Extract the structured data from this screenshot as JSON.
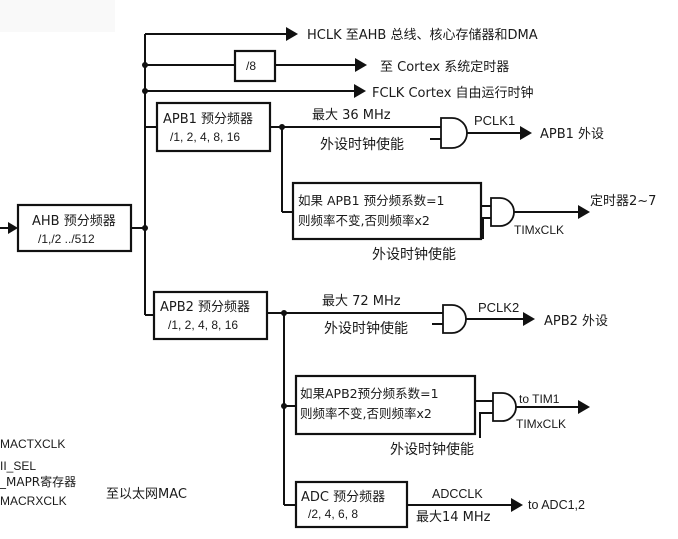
{
  "diagram": {
    "top_outputs": {
      "hclk": "HCLK 至AHB 总线、核心存储器和DMA",
      "div8_label": "/8",
      "systick": "至 Cortex 系统定时器",
      "fclk": "FCLK Cortex 自由运行时钟"
    },
    "ahb": {
      "title": "AHB 预分频器",
      "options": "/1,/2 ../512"
    },
    "apb1": {
      "title": "APB1 预分频器",
      "options": "/1, 2, 4, 8, 16",
      "max_freq": "最大 36 MHz",
      "enable": "外设时钟使能",
      "pclk": "PCLK1",
      "dest": "APB1 外设",
      "timer_rule_line1": "如果 APB1 预分频系数=1",
      "timer_rule_line2": "则频率不变,否则频率x2",
      "timer_enable": "外设时钟使能",
      "timer_clk": "TIMxCLK",
      "timer_dest": "定时器2~7"
    },
    "apb2": {
      "title": "APB2 预分频器",
      "options": "/1, 2, 4, 8, 16",
      "max_freq": "最大 72 MHz",
      "enable": "外设时钟使能",
      "pclk": "PCLK2",
      "dest": "APB2 外设",
      "timer_rule_line1": "如果APB2预分频系数=1",
      "timer_rule_line2": "则频率不变,否则频率x2",
      "timer_enable": "外设时钟使能",
      "timer_clk": "TIMxCLK",
      "timer_dest": "to TIM1"
    },
    "adc": {
      "title": "ADC 预分频器",
      "options": "/2, 4, 6, 8",
      "clk": "ADCCLK",
      "max_freq": "最大14 MHz",
      "dest": "to ADC1,2"
    },
    "mac": {
      "tx": "MACTXCLK",
      "sel": "II_SEL",
      "mapr": "_MAPR寄存器",
      "rx": "MACRXCLK",
      "dest": "至以太网MAC"
    }
  }
}
